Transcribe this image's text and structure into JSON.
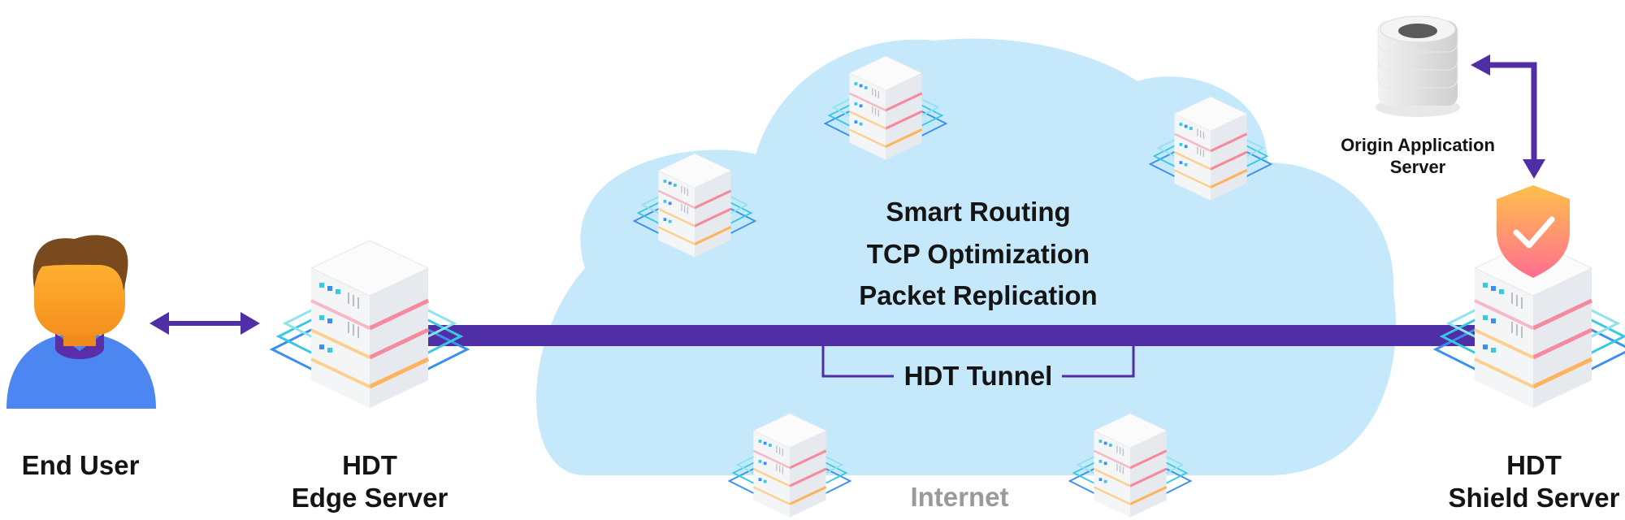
{
  "colors": {
    "cloud": "#c6e8fb",
    "tunnel": "#4f2ea6",
    "arrow": "#4f2ea6",
    "server_stripe": "#f58a9e",
    "server_stripe_alt": "#ffb45c",
    "server_layer": "#38c9e0",
    "server_layer_outer": "#3a8ff0",
    "shield_top": "#ffc04a",
    "shield_bottom": "#ff6f91",
    "user_face": "#f6a52a",
    "user_hair": "#7a4a1f",
    "user_body": "#4c86f0",
    "user_collar": "#5a2ea6"
  },
  "icons": {
    "end_user": "user-avatar-icon",
    "edge_server": "server-icon",
    "shield_server": "server-icon",
    "shield": "shield-check-icon",
    "origin_server": "origin-server-stack-icon",
    "cloud": "cloud-icon"
  },
  "labels": {
    "end_user": "End User",
    "edge_server_line1": "HDT",
    "edge_server_line2": "Edge Server",
    "shield_server_line1": "HDT",
    "shield_server_line2": "Shield Server",
    "origin_line1": "Origin Application",
    "origin_line2": "Server",
    "tunnel": "HDT Tunnel",
    "internet": "Internet"
  },
  "features": [
    "Smart Routing",
    "TCP Optimization",
    "Packet Replication"
  ]
}
